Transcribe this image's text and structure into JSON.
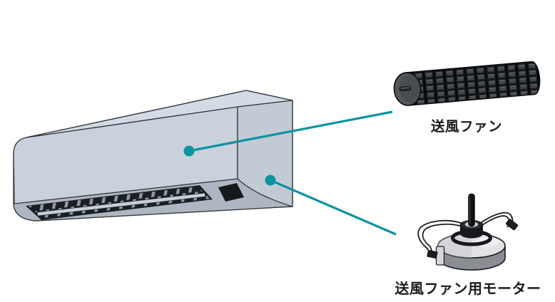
{
  "diagram": {
    "background_color": "#ffffff",
    "accent_color": "#0c93a2",
    "labels": {
      "fan": "送風ファン",
      "motor": "送風ファン用モーター"
    },
    "illustrations": {
      "air_conditioner": "wall-mounted-air-conditioner-indoor-unit",
      "fan": "crossflow-fan-cylinder",
      "motor": "fan-motor-with-shaft-and-wires"
    }
  }
}
